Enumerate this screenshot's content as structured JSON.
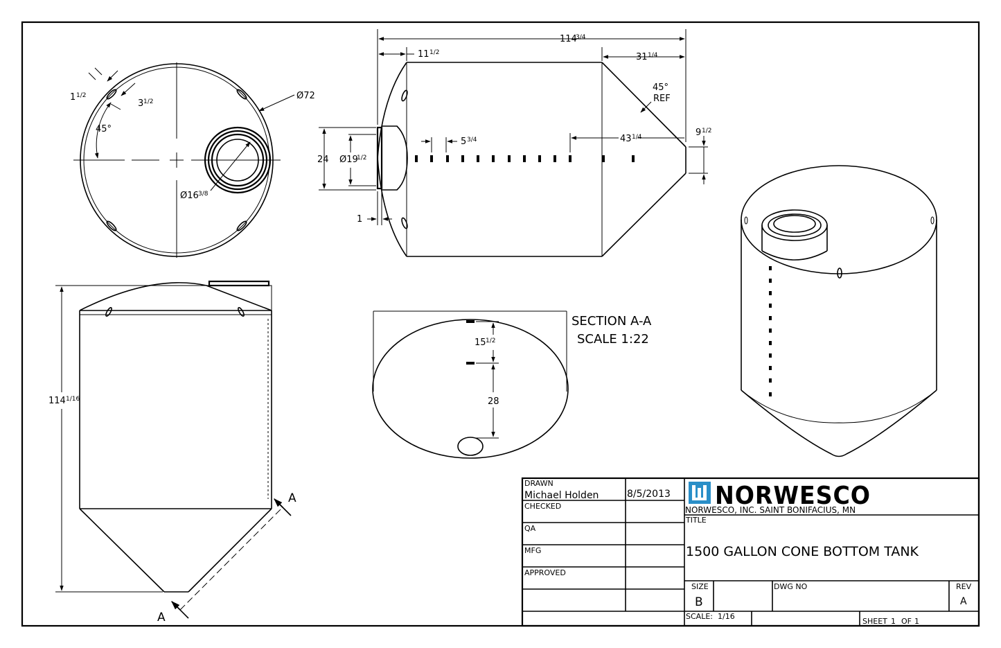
{
  "views": {
    "top": {
      "dim_diameter": "Ø72",
      "dim_slot_len_whole": "1",
      "dim_slot_len_frac": "1/2",
      "dim_slot_w_whole": "3",
      "dim_slot_w_frac": "1/2",
      "dim_angle": "45°",
      "dim_opening_whole": "Ø16",
      "dim_opening_frac": "3/8"
    },
    "front": {
      "dim_overall_whole": "114",
      "dim_overall_frac": "3/4",
      "dim_dome_whole": "11",
      "dim_dome_frac": "1/2",
      "dim_cone_whole": "31",
      "dim_cone_frac": "1/4",
      "dim_cone_angle": "45°",
      "dim_cone_angle_ref": "REF",
      "dim_outlet_whole": "9",
      "dim_outlet_frac": "1/2",
      "dim_height": "24",
      "dim_manway_whole": "Ø19",
      "dim_manway_frac": "1/2",
      "dim_spacing_whole": "5",
      "dim_spacing_frac": "3/4",
      "dim_gauge_whole": "43",
      "dim_gauge_frac": "1/4",
      "dim_lip": "1"
    },
    "side": {
      "dim_height_whole": "114",
      "dim_height_frac": "1/16",
      "section_mark": "A"
    },
    "section": {
      "title": "SECTION A-A",
      "scale": "SCALE 1:22",
      "dim_top_whole": "15",
      "dim_top_frac": "1/2",
      "dim_bottom": "28"
    }
  },
  "title_block": {
    "drawn_label": "DRAWN",
    "drawn_by": "Michael Holden",
    "drawn_date": "8/5/2013",
    "checked_label": "CHECKED",
    "qa_label": "QA",
    "mfg_label": "MFG",
    "approved_label": "APPROVED",
    "brand": "NORWESCO",
    "company_line": "NORWESCO, INC.  SAINT BONIFACIUS, MN",
    "title_label": "TITLE",
    "title": "1500 GALLON CONE BOTTOM TANK",
    "size_label": "SIZE",
    "size": "B",
    "dwg_no_label": "DWG NO",
    "rev_label": "REV",
    "rev": "A",
    "scale_label": "SCALE:",
    "scale": "1/16",
    "sheet_label": "SHEET",
    "sheet": "1",
    "of_label": "OF",
    "sheets": "1"
  },
  "colors": {
    "line": "#000000",
    "logo_blue": "#2a8fc8",
    "paper": "#ffffff"
  }
}
